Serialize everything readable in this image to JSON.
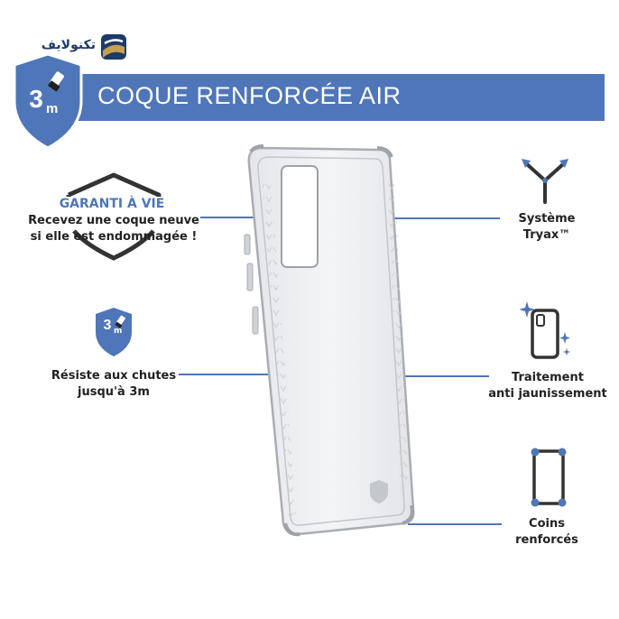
{
  "brand": {
    "logo_text": "تکنولایف",
    "icon": "brand-logo-icon",
    "color": "#1c3b68",
    "accent": "#c7a04a"
  },
  "header": {
    "title": "COQUE RENFORCÉE AIR",
    "background": "#4f76b8",
    "badge": {
      "number": "3",
      "unit": "m",
      "icon": "drop-phone-icon"
    }
  },
  "features": {
    "warranty": {
      "title": "GARANTI À VIE",
      "line1": "Recevez une coque neuve",
      "line2": "si elle est endommagée !",
      "icon": "shield-outline-icon"
    },
    "drop": {
      "badge_number": "3",
      "badge_unit": "m",
      "line1": "Résiste aux chutes",
      "line2": "jusqu'à 3m",
      "icon": "drop-shield-icon"
    },
    "tryax": {
      "line1": "Système",
      "line2": "Tryax™",
      "icon": "tryax-arrows-icon"
    },
    "yellowing": {
      "line1": "Traitement",
      "line2": "anti jaunissement",
      "icon": "sparkle-phone-icon"
    },
    "corners": {
      "line1": "Coins",
      "line2": "renforcés",
      "icon": "reinforced-corners-icon"
    }
  },
  "product": {
    "icon": "clear-phone-case-icon"
  },
  "colors": {
    "accent": "#4f76b8",
    "text": "#222222"
  }
}
